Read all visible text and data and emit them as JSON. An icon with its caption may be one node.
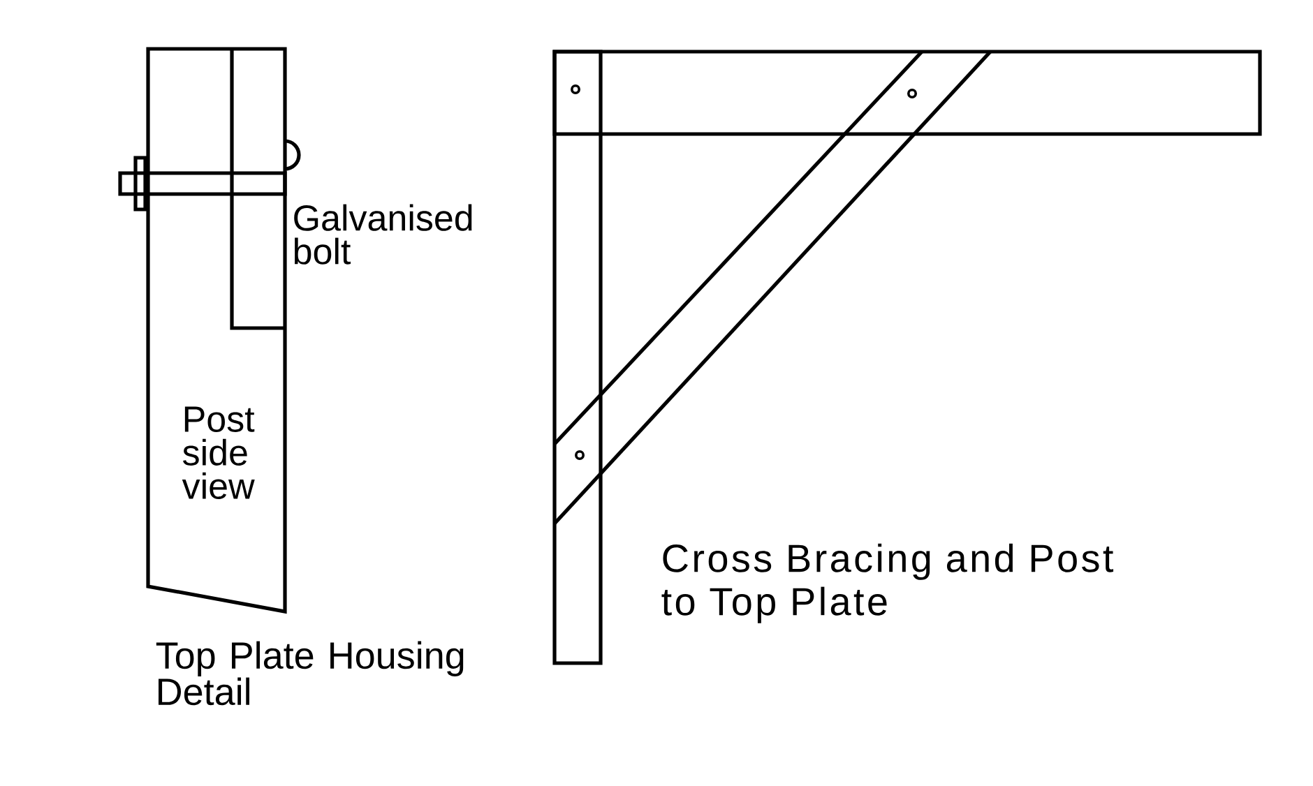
{
  "diagram": {
    "labels": [
      "Galvanised bolt",
      "Post side view",
      "Top Plate Housing Detail",
      "Cross Bracing and Post to Top Plate"
    ]
  }
}
